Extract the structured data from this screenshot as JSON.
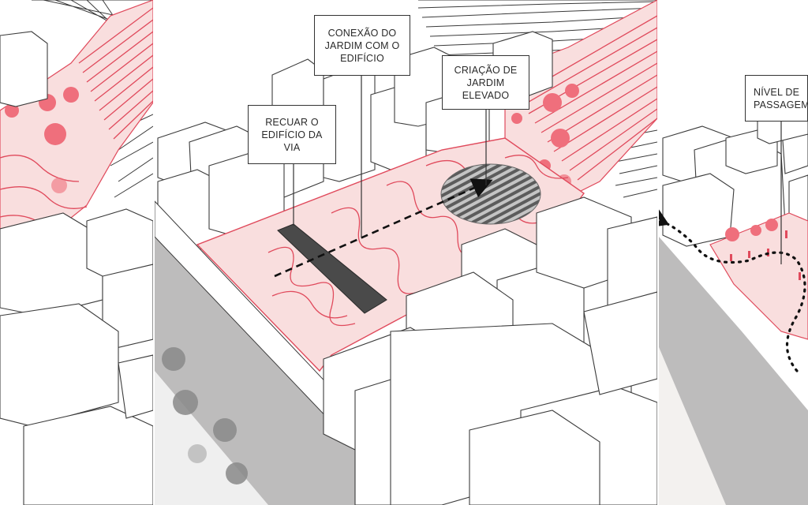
{
  "panels": {
    "left": {
      "name": "site-panel-left"
    },
    "center": {
      "name": "site-panel-center"
    },
    "right": {
      "name": "site-panel-right"
    }
  },
  "labels": {
    "recuar": {
      "lines": [
        "RECUAR O",
        "EDIFÍCIO DA",
        "VIA"
      ]
    },
    "conexao": {
      "lines": [
        "CONEXÃO DO",
        "JARDIM COM O",
        "EDIFÍCIO"
      ]
    },
    "criacao": {
      "lines": [
        "CRIAÇÃO DE",
        "JARDIM",
        "ELEVADO"
      ]
    },
    "nivel": {
      "lines": [
        "NÍVEL DE",
        "PASSAGEM"
      ]
    }
  },
  "colors": {
    "terrain_fill": "#f9dede",
    "terrain_line": "#e04a5c",
    "contour_dark": "#3a3a3a",
    "road": "#bdbcbc",
    "building_stroke": "#3c3c3c",
    "bar_fill": "#4a4a4a",
    "garden_fill": "#b9b9b9",
    "garden_stripe": "#5a5a5a",
    "tree_red": "#ef6f7c",
    "tree_gray": "#8a8a8a"
  },
  "icons": {
    "tree": "tree-icon",
    "person": "person-icon",
    "arrow": "arrow-icon"
  }
}
